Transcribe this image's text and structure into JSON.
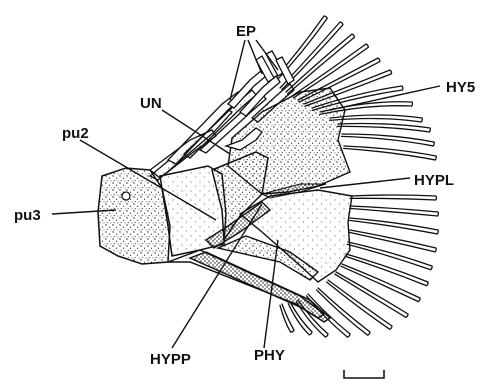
{
  "labels": {
    "ep": "EP",
    "un": "UN",
    "hy5": "HY5",
    "pu2": "pu2",
    "hypl": "HYPL",
    "pu3": "pu3",
    "hypp": "HYPP",
    "phy": "PHY"
  },
  "colors": {
    "ink": "#111111",
    "stipple": "#2a2a2a",
    "paper": "#ffffff"
  }
}
